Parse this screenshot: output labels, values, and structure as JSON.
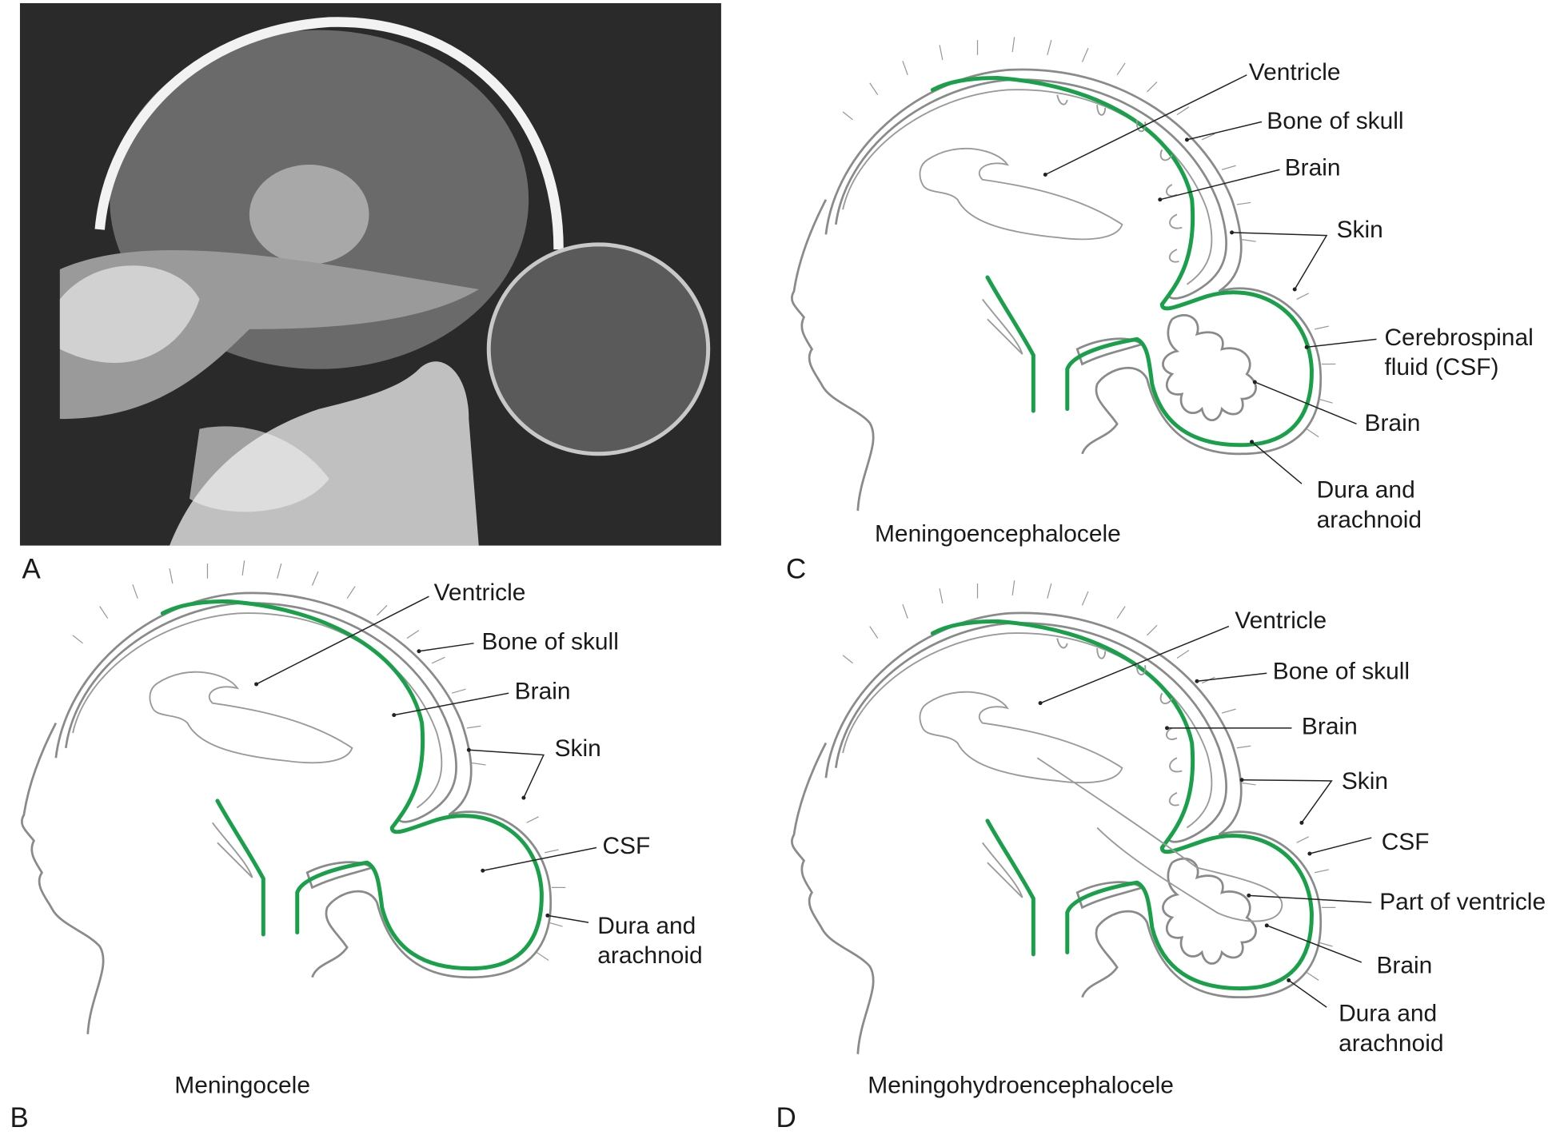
{
  "panels": {
    "A": {
      "letter": "A"
    },
    "B": {
      "letter": "B",
      "title": "Meningocele",
      "labels": {
        "ventricle": "Ventricle",
        "bone": "Bone of skull",
        "brain": "Brain",
        "skin": "Skin",
        "csf": "CSF",
        "dura1": "Dura and",
        "dura2": "arachnoid"
      }
    },
    "C": {
      "letter": "C",
      "title": "Meningoencephalocele",
      "labels": {
        "ventricle": "Ventricle",
        "bone": "Bone of skull",
        "brain": "Brain",
        "skin": "Skin",
        "csf1": "Cerebrospinal",
        "csf2": "fluid (CSF)",
        "brain2": "Brain",
        "dura1": "Dura and",
        "dura2": "arachnoid"
      }
    },
    "D": {
      "letter": "D",
      "title": "Meningohydroencephalocele",
      "labels": {
        "ventricle": "Ventricle",
        "bone": "Bone of skull",
        "brain": "Brain",
        "skin": "Skin",
        "csf": "CSF",
        "partventricle": "Part of ventricle",
        "brain2": "Brain",
        "dura1": "Dura and",
        "dura2": "arachnoid"
      }
    }
  },
  "colors": {
    "dura": "#1aa04a",
    "tissue": "#8a8a8a",
    "photo_bg": "#2a2a2a"
  }
}
